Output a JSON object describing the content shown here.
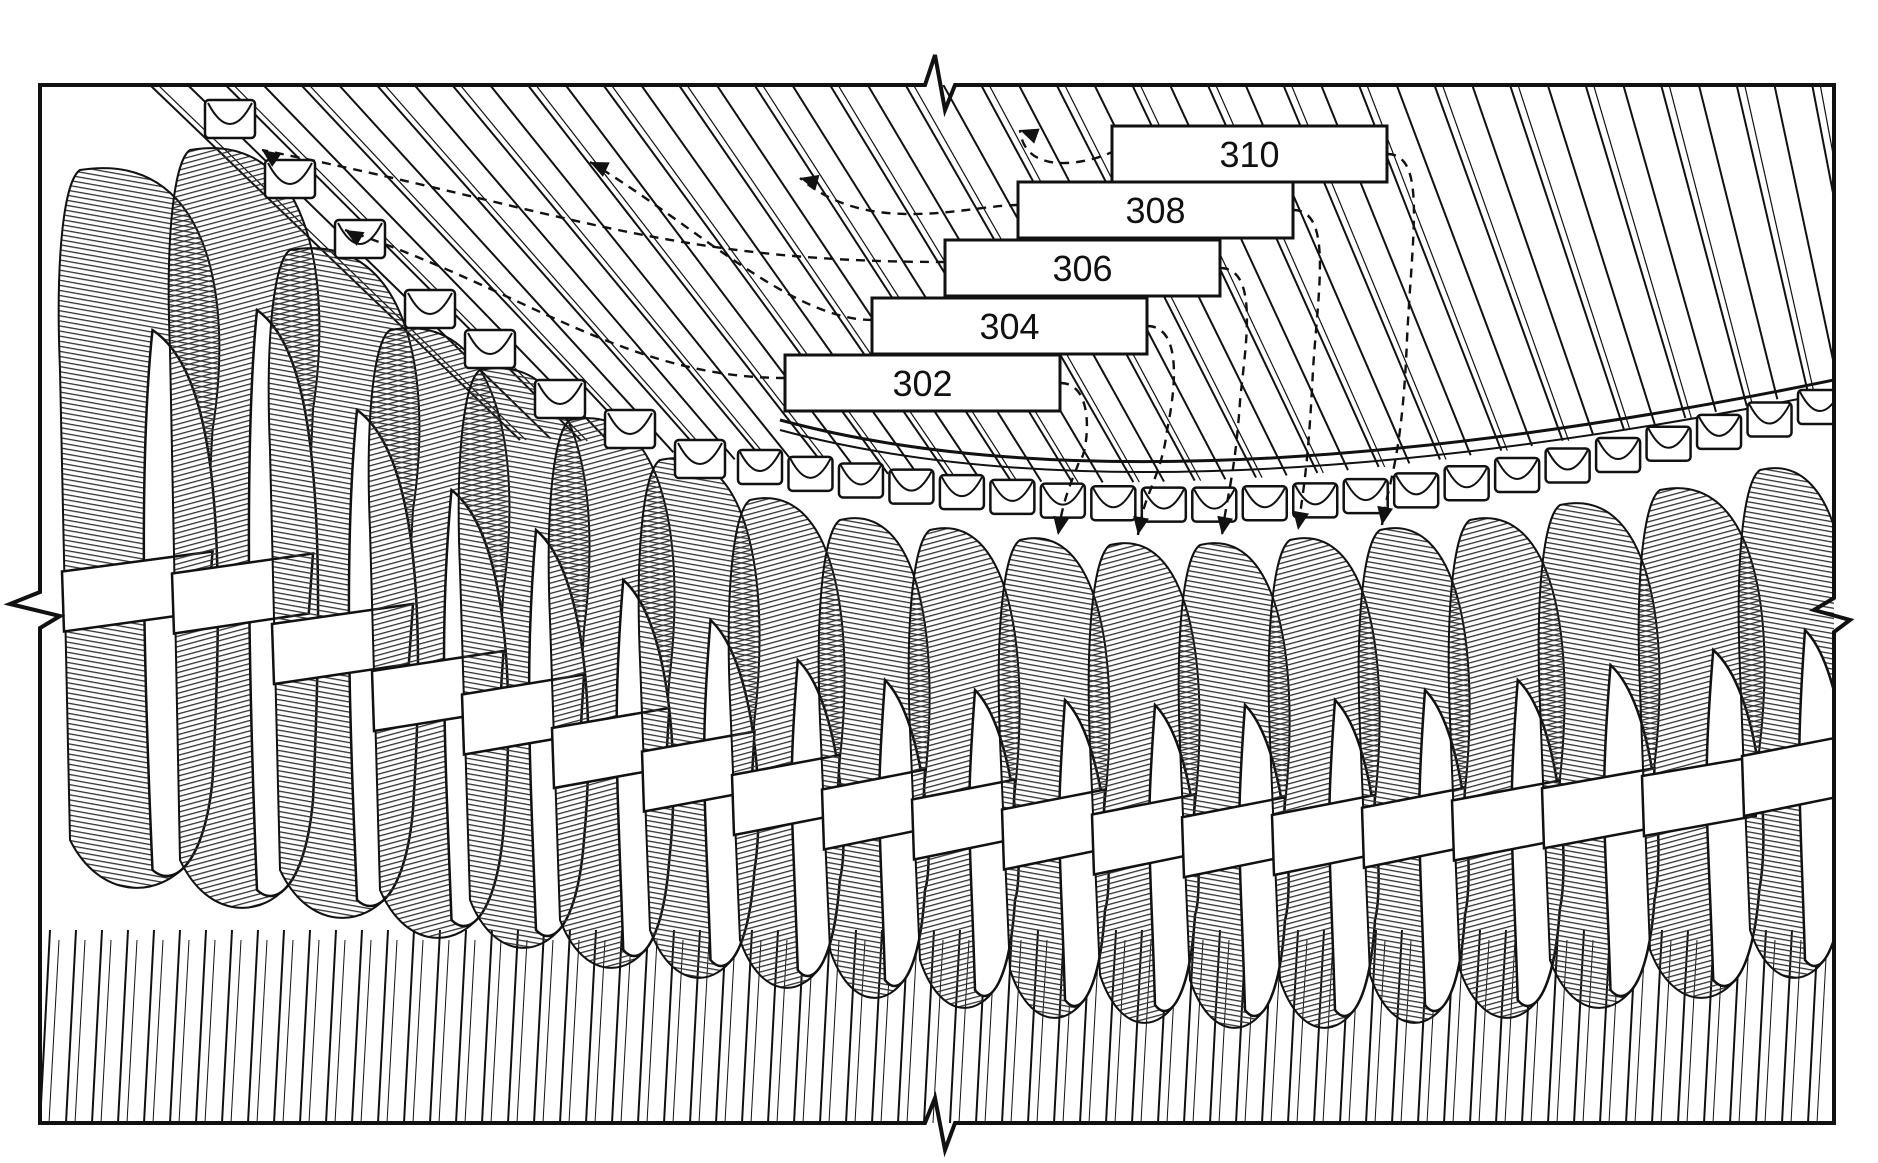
{
  "figure": {
    "labels": [
      {
        "id": "302",
        "text": "302"
      },
      {
        "id": "304",
        "text": "304"
      },
      {
        "id": "306",
        "text": "306"
      },
      {
        "id": "308",
        "text": "308"
      },
      {
        "id": "310",
        "text": "310"
      }
    ],
    "ink_color": "#111111",
    "background_color": "#ffffff",
    "hatch_color": "#333333"
  }
}
